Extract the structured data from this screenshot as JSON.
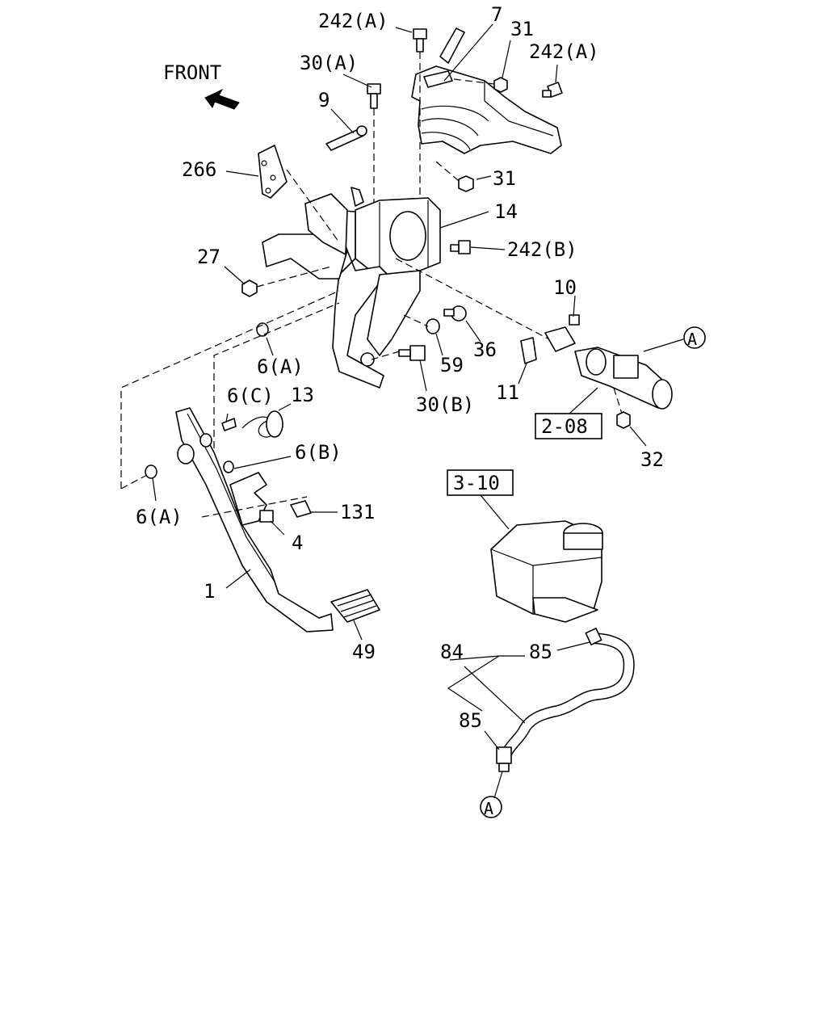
{
  "front_label": "FRONT",
  "labels": {
    "p242a_top": "242(A)",
    "p7": "7",
    "p31_top": "31",
    "p242a_right": "242(A)",
    "p30a": "30(A)",
    "p9": "9",
    "p266": "266",
    "p31_mid": "31",
    "p14": "14",
    "p242b": "242(B)",
    "p27": "27",
    "p10": "10",
    "p6a_upper": "6(A)",
    "p36": "36",
    "p59": "59",
    "p30b": "30(B)",
    "p11": "11",
    "p6c": "6(C)",
    "p13": "13",
    "p6b": "6(B)",
    "p32": "32",
    "p6a_lower": "6(A)",
    "p131": "131",
    "p4": "4",
    "p1": "1",
    "p49": "49",
    "p84": "84",
    "p85_upper": "85",
    "p85_lower": "85"
  },
  "refs": {
    "ref_208": "2-08",
    "ref_310": "3-10"
  },
  "connectors": {
    "a_right": "A",
    "a_bottom": "A"
  }
}
